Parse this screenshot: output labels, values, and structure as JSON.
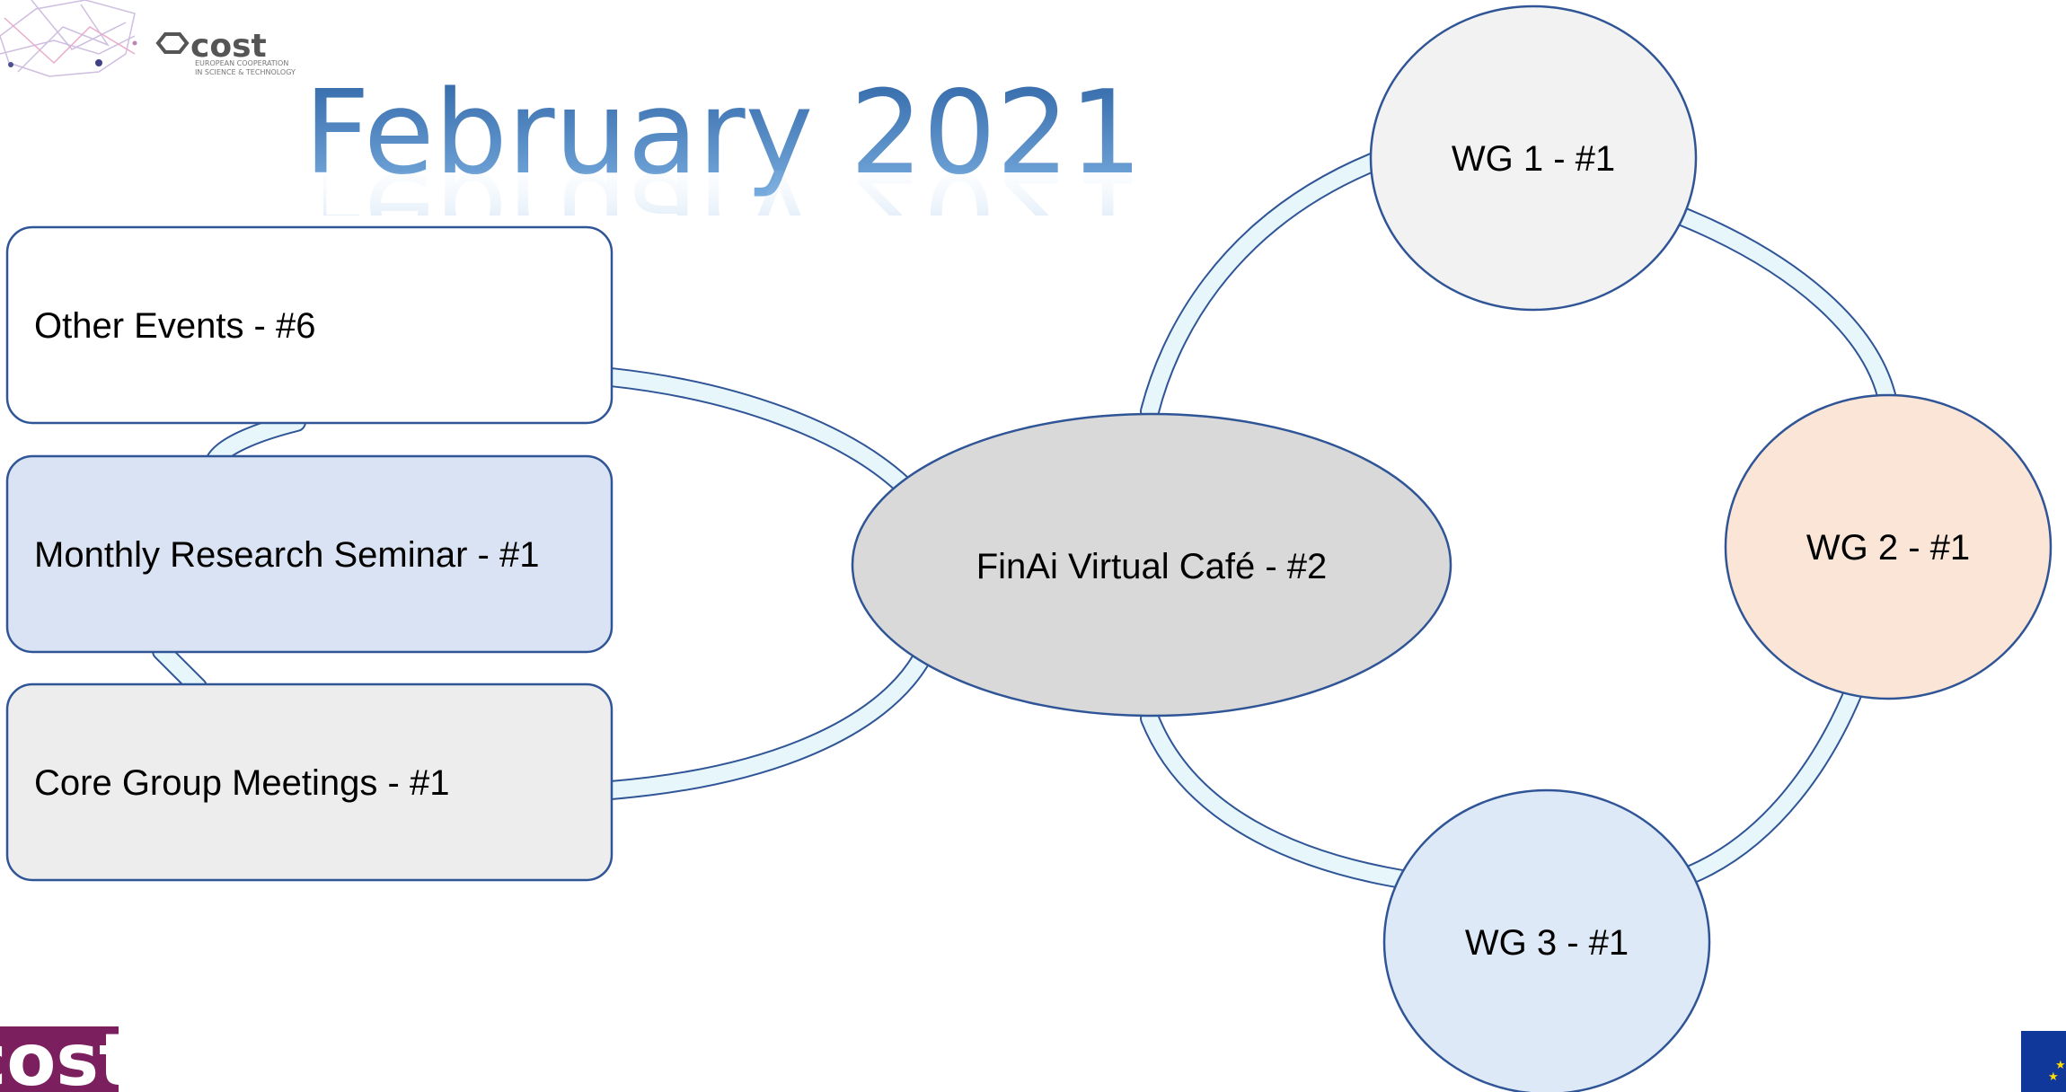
{
  "title": "February 2021",
  "logo": {
    "brand": "cost",
    "tagline_line1": "EUROPEAN COOPERATION",
    "tagline_line2": "IN SCIENCE & TECHNOLOGY"
  },
  "boxes": [
    {
      "id": "other-events",
      "label": "Other Events  - #6",
      "fill": "#ffffff"
    },
    {
      "id": "monthly-research-seminar",
      "label": "Monthly Research Seminar - #1",
      "fill": "#dae3f3"
    },
    {
      "id": "core-group-meetings",
      "label": "Core Group Meetings - #1",
      "fill": "#ededed"
    }
  ],
  "center": {
    "label": "FinAi Virtual Café - #2",
    "fill": "#d9d9d9"
  },
  "circles": [
    {
      "id": "wg1",
      "label": "WG 1 - #1",
      "fill": "#f2f2f2"
    },
    {
      "id": "wg2",
      "label": "WG 2 - #1",
      "fill": "#fbe5d6"
    },
    {
      "id": "wg3",
      "label": "WG 3 - #1",
      "fill": "#dee9f7"
    }
  ],
  "colors": {
    "stroke": "#2f5597",
    "connector_fill": "#e6f6fb",
    "title_top": "#2e64a5",
    "title_bottom": "#7aaee0",
    "brand_purple": "#7b1f5e",
    "eu_blue": "#10389a"
  }
}
